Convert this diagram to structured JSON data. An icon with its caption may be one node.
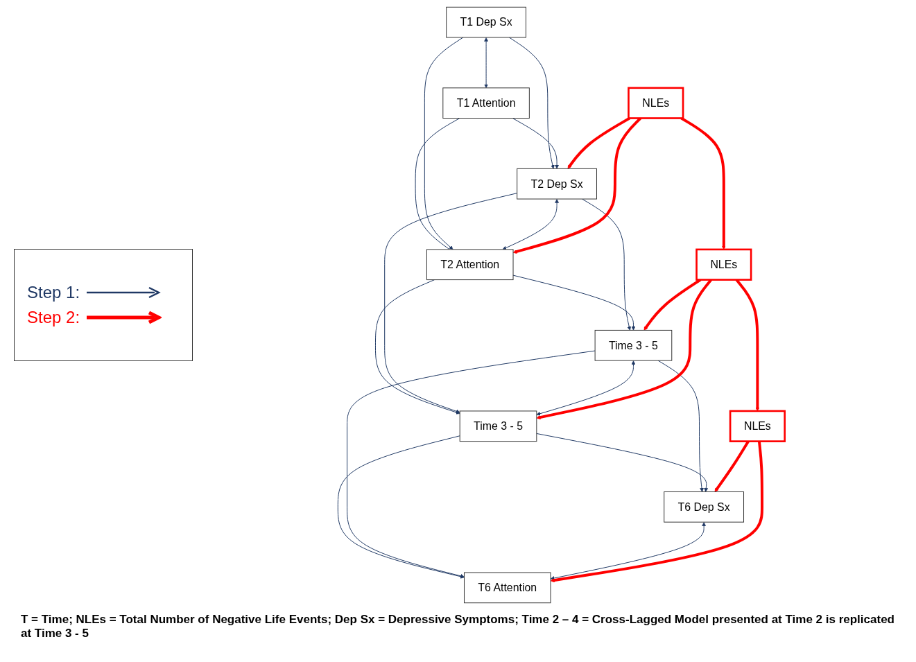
{
  "diagram": {
    "caption": "T = Time; NLEs = Total Number of Negative Life Events; Dep Sx = Depressive Symptoms; Time 2 – 4 = Cross-Lagged Model presented at Time 2 is replicated at Time 3 - 5",
    "nodes": [
      {
        "text": [
          "T1 Dep Sx"
        ]
      },
      {
        "text": [
          "T2 Dep Sx"
        ]
      },
      {
        "text": [
          "Time 3 - 5"
        ]
      },
      {
        "text": [
          "T6 Dep Sx"
        ]
      },
      {
        "text": [
          "NLEs"
        ]
      },
      {
        "text": [
          "NLEs"
        ]
      },
      {
        "text": [
          "NLEs"
        ]
      },
      {
        "text": [
          "T1 Attention"
        ]
      },
      {
        "text": [
          "T2 Attention"
        ]
      },
      {
        "text": [
          "Time 3 - 5"
        ]
      },
      {
        "text": [
          "T6 Attention"
        ]
      }
    ],
    "edges": [
      {
        "from": 0,
        "to": 1,
        "arrow": "to"
      },
      {
        "from": 1,
        "to": 2,
        "arrow": "to"
      },
      {
        "from": 2,
        "to": 3,
        "arrow": "to"
      },
      {
        "from": 7,
        "to": 8,
        "arrow": "none"
      },
      {
        "from": 8,
        "to": 9,
        "arrow": "to"
      },
      {
        "from": 9,
        "to": 10,
        "arrow": "to"
      },
      {
        "from": 0,
        "to": 8,
        "arrow": "to"
      },
      {
        "from": 7,
        "to": 1,
        "arrow": "to"
      },
      {
        "from": 0,
        "to": 7,
        "arrow": "both"
      },
      {
        "from": 1,
        "to": 9,
        "arrow": "to"
      },
      {
        "from": 8,
        "to": 2,
        "arrow": "to"
      },
      {
        "from": 1,
        "to": 8,
        "arrow": "both"
      },
      {
        "from": 2,
        "to": 10,
        "arrow": "to"
      },
      {
        "from": 9,
        "to": 3,
        "arrow": "to"
      },
      {
        "from": 2,
        "to": 9,
        "arrow": "both"
      },
      {
        "from": 3,
        "to": 10,
        "arrow": "both"
      },
      {
        "from": 4,
        "to": 1,
        "arrow": "to",
        "style": "thick",
        "color": "#ff0000"
      },
      {
        "from": 4,
        "to": 8,
        "arrow": "to",
        "style": "thick",
        "color": "#ff0000"
      },
      {
        "from": 4,
        "to": 5,
        "arrow": "to",
        "style": "thick",
        "color": "#ff0000"
      },
      {
        "from": 5,
        "to": 2,
        "arrow": "to",
        "style": "thick",
        "color": "#ff0000"
      },
      {
        "from": 5,
        "to": 9,
        "arrow": "to",
        "style": "thick",
        "color": "#ff0000"
      },
      {
        "from": 5,
        "to": 6,
        "arrow": "to",
        "style": "thick",
        "color": "#ff0000"
      },
      {
        "from": 6,
        "to": 3,
        "arrow": "to",
        "style": "thick",
        "color": "#ff0000"
      },
      {
        "from": 6,
        "to": 10,
        "arrow": "to",
        "style": "thick",
        "color": "#ff0000"
      }
    ],
    "legend": [
      {
        "text": "Step 1:"
      },
      {
        "text": "Step 2:"
      }
    ]
  }
}
